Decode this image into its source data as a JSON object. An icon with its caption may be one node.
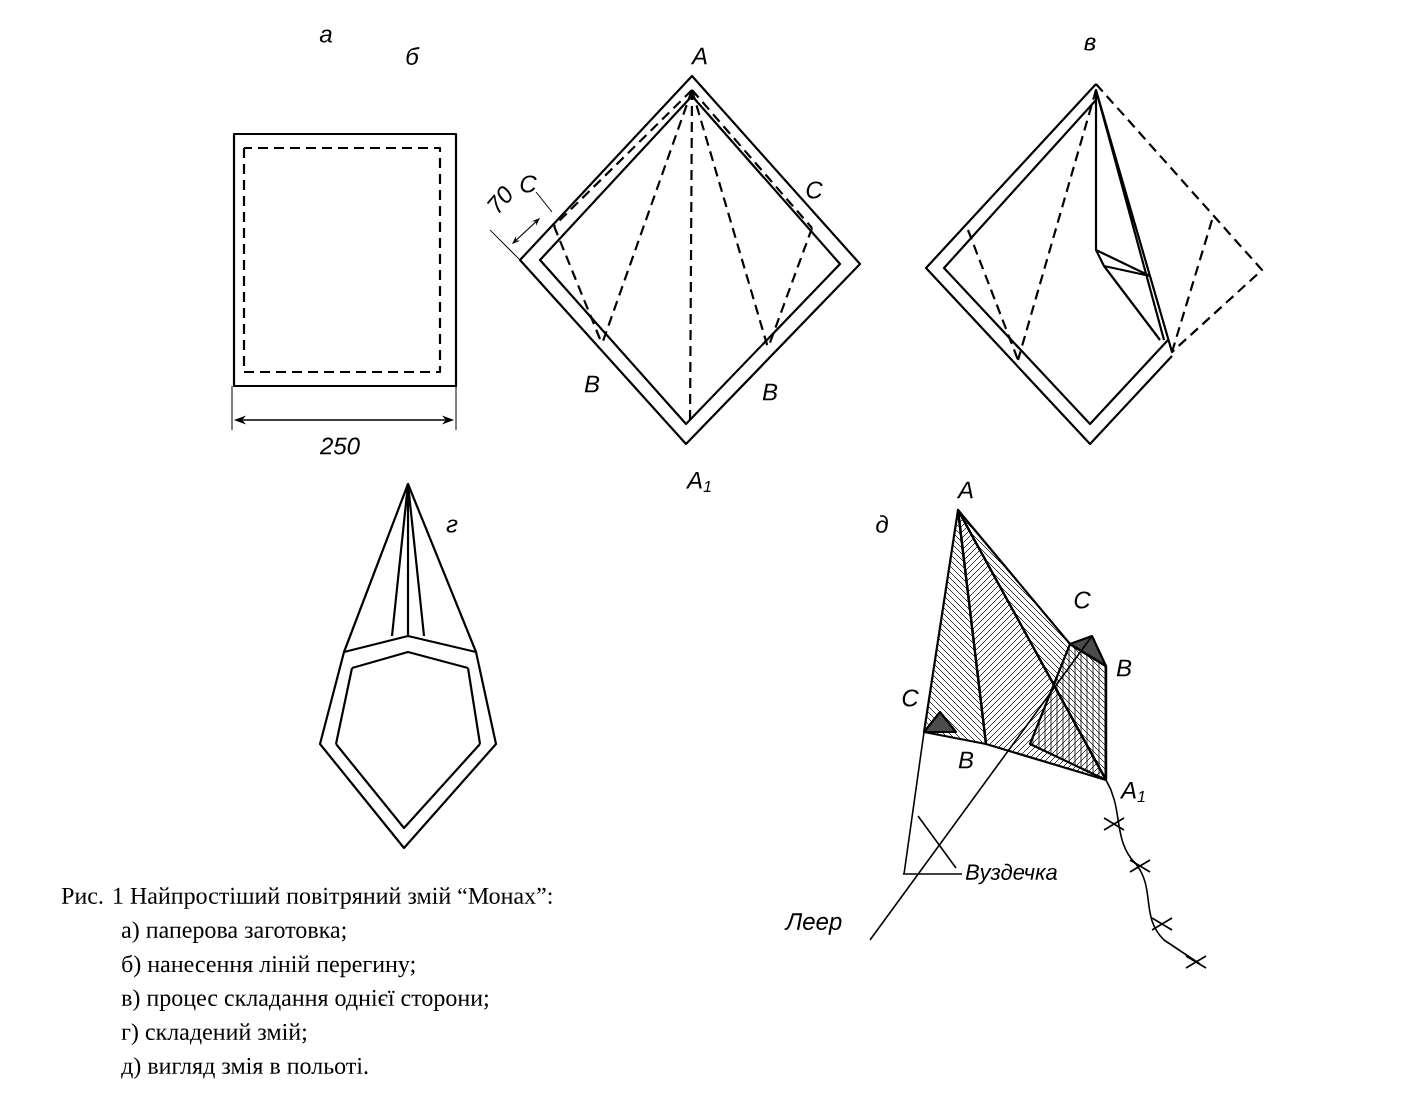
{
  "diagram": {
    "caption": "Рис. 1 Найпростіший повітряний змій “Монах”:",
    "nodes": [
      {
        "text": [
          "Вуздечка"
        ]
      },
      {
        "text": [],
        "shape": "picture"
      }
    ],
    "edges": [
      {
        "from": 0,
        "to": 1,
        "arrow": "none"
      }
    ],
    "labels": [
      "а",
      "б",
      "A",
      "в",
      "C",
      "70",
      "C",
      "B",
      "B",
      "250",
      "A$_{1}$",
      "г",
      "A",
      "д",
      "C",
      "B",
      "C",
      "B",
      "A$_{1}$",
      "Леер",
      "а) паперова заготовка;",
      "б) нанесення ліній перегину;",
      "в) процес складання однієї сторони;",
      "г) складений змій;",
      "д) вигляд змія в польоті."
    ]
  }
}
